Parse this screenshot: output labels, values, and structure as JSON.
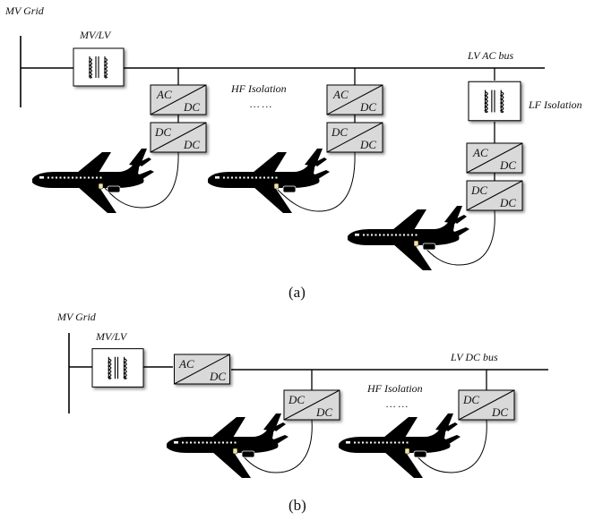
{
  "panel_a": {
    "mv_grid": "MV Grid",
    "transformer": "MV/LV",
    "bus": "LV AC bus",
    "hf_isolation": "HF Isolation",
    "ellipsis": "… …",
    "lf_isolation": "LF Isolation",
    "ac": "AC",
    "dc": "DC",
    "caption": "(a)"
  },
  "panel_b": {
    "mv_grid": "MV Grid",
    "transformer": "MV/LV",
    "bus": "LV DC bus",
    "hf_isolation": "HF Isolation",
    "ellipsis": "… …",
    "ac": "AC",
    "dc": "DC",
    "caption": "(b)"
  },
  "colors": {
    "line": "#000000",
    "converter_fill": "#d9d9d9",
    "transformer_fill": "#ffffff",
    "aircraft": "#000000",
    "plug": "#f2e2a0"
  },
  "icons": [
    "transformer-icon",
    "converter-icon",
    "aircraft-icon"
  ]
}
